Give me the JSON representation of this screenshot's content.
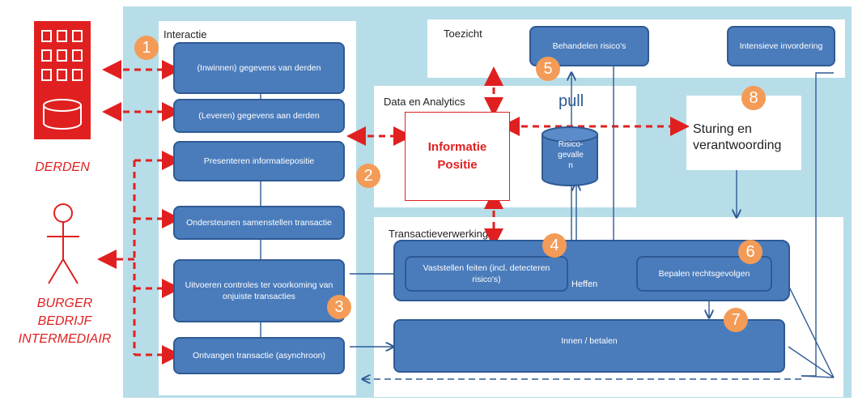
{
  "actors": {
    "derden": "DERDEN",
    "burger_lines": [
      "BURGER",
      "BEDRIJF",
      "INTERMEDIAIR"
    ]
  },
  "interactie": {
    "label": "Interactie",
    "boxes": [
      "(Inwinnen) gegevens van derden",
      "(Leveren) gegevens aan derden",
      "Presenteren informatiepositie",
      "Ondersteunen samenstellen transactie",
      "Uitvoeren controles ter voorkoming van onjuiste transacties",
      "Ontvangen transactie (asynchroon)"
    ]
  },
  "toezicht": {
    "label": "Toezicht",
    "behandelen": "Behandelen risico's",
    "invordering": "Intensieve invordering"
  },
  "data_analytics": {
    "label": "Data en Analytics",
    "pull": "pull",
    "informatie_positie": "Informatie Positie",
    "risico": "Risico-gevallen"
  },
  "sturing": "Sturing en verantwoording",
  "transactie": {
    "label": "Transactieverwerking",
    "heffen": "Heffen",
    "vaststellen": "Vaststellen feiten (incl. detecteren risico's)",
    "bepalen": "Bepalen rechtsgevolgen",
    "innen": "Innen / betalen"
  },
  "badges": [
    "1",
    "2",
    "3",
    "4",
    "5",
    "6",
    "7",
    "8"
  ],
  "colors": {
    "accent_red": "#e02020",
    "box_blue": "#4a7cbc",
    "background": "#b7dde8",
    "badge": "#f39b57"
  }
}
